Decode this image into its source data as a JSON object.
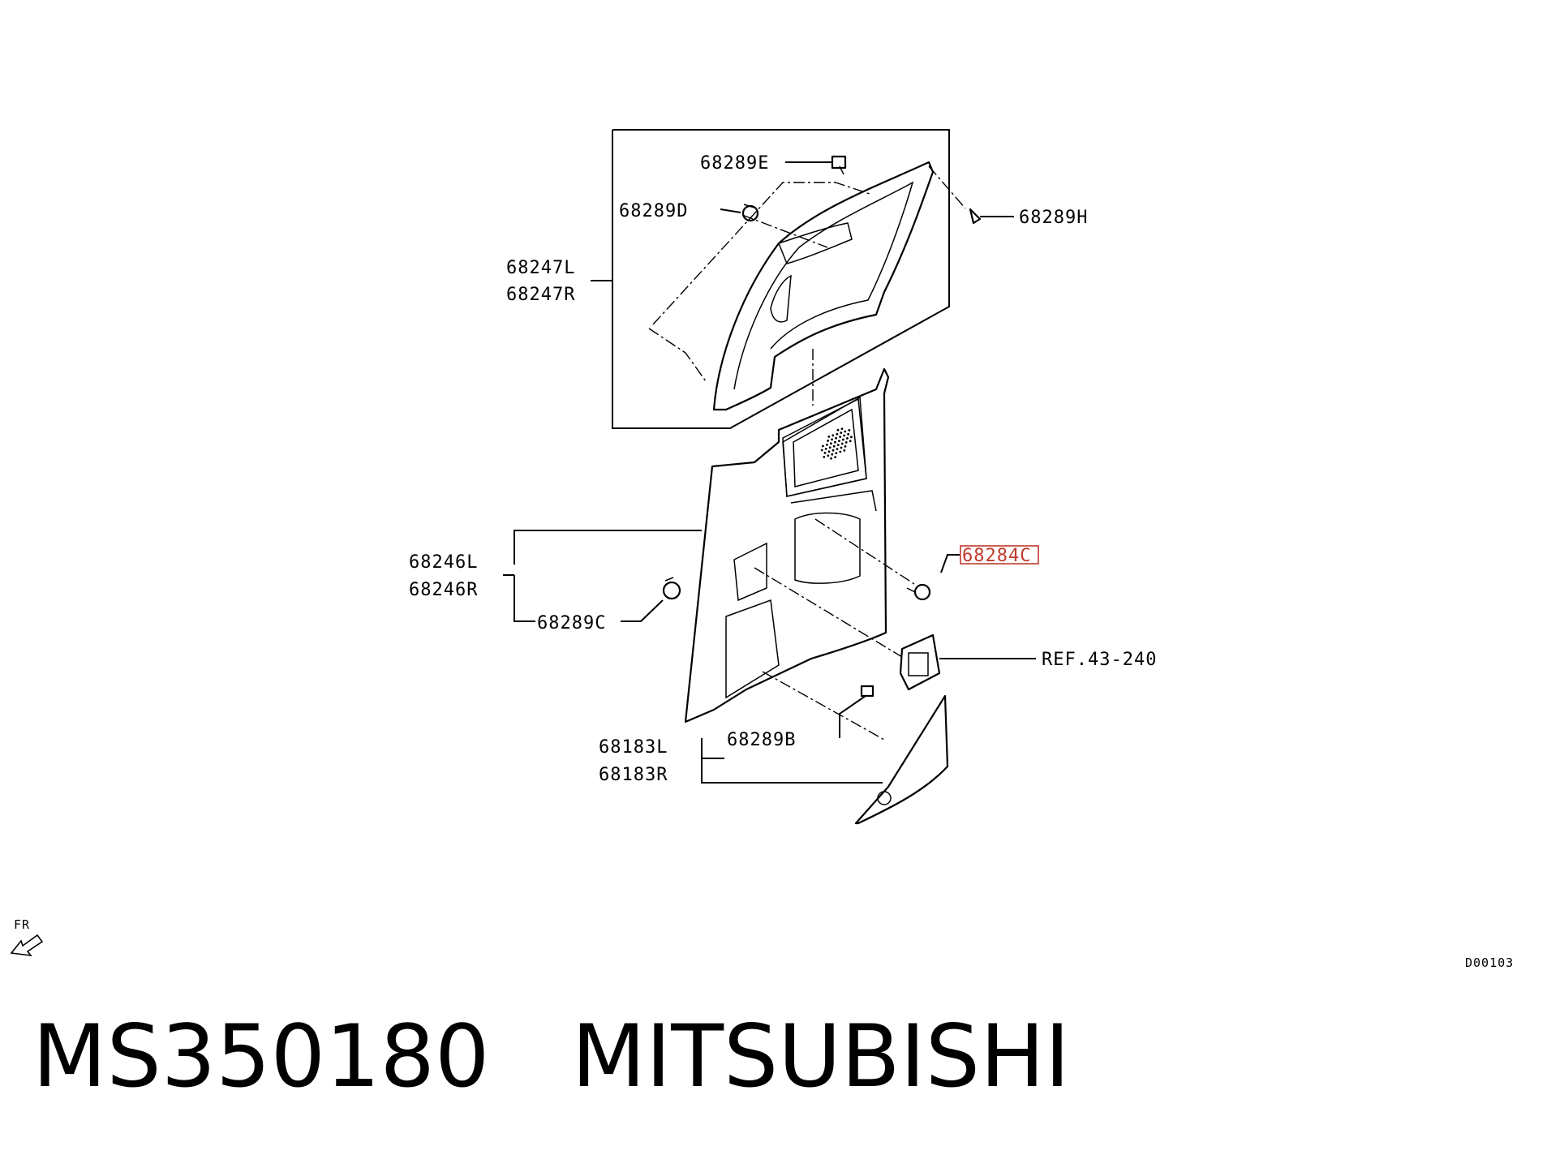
{
  "labels": {
    "p68289E": "68289E",
    "p68289D": "68289D",
    "p68289H": "68289H",
    "p68247L": "68247L",
    "p68247R": "68247R",
    "p68246L": "68246L",
    "p68246R": "68246R",
    "p68289C": "68289C",
    "p68284C": "68284C",
    "ref": "REF.43-240",
    "p68289B": "68289B",
    "p68183L": "68183L",
    "p68183R": "68183R"
  },
  "direction_marker": "FR",
  "diagram_code": "D00103",
  "caption": {
    "part_number": "MS350180",
    "brand": "MITSUBISHI"
  },
  "highlight_color": "#c0392b"
}
